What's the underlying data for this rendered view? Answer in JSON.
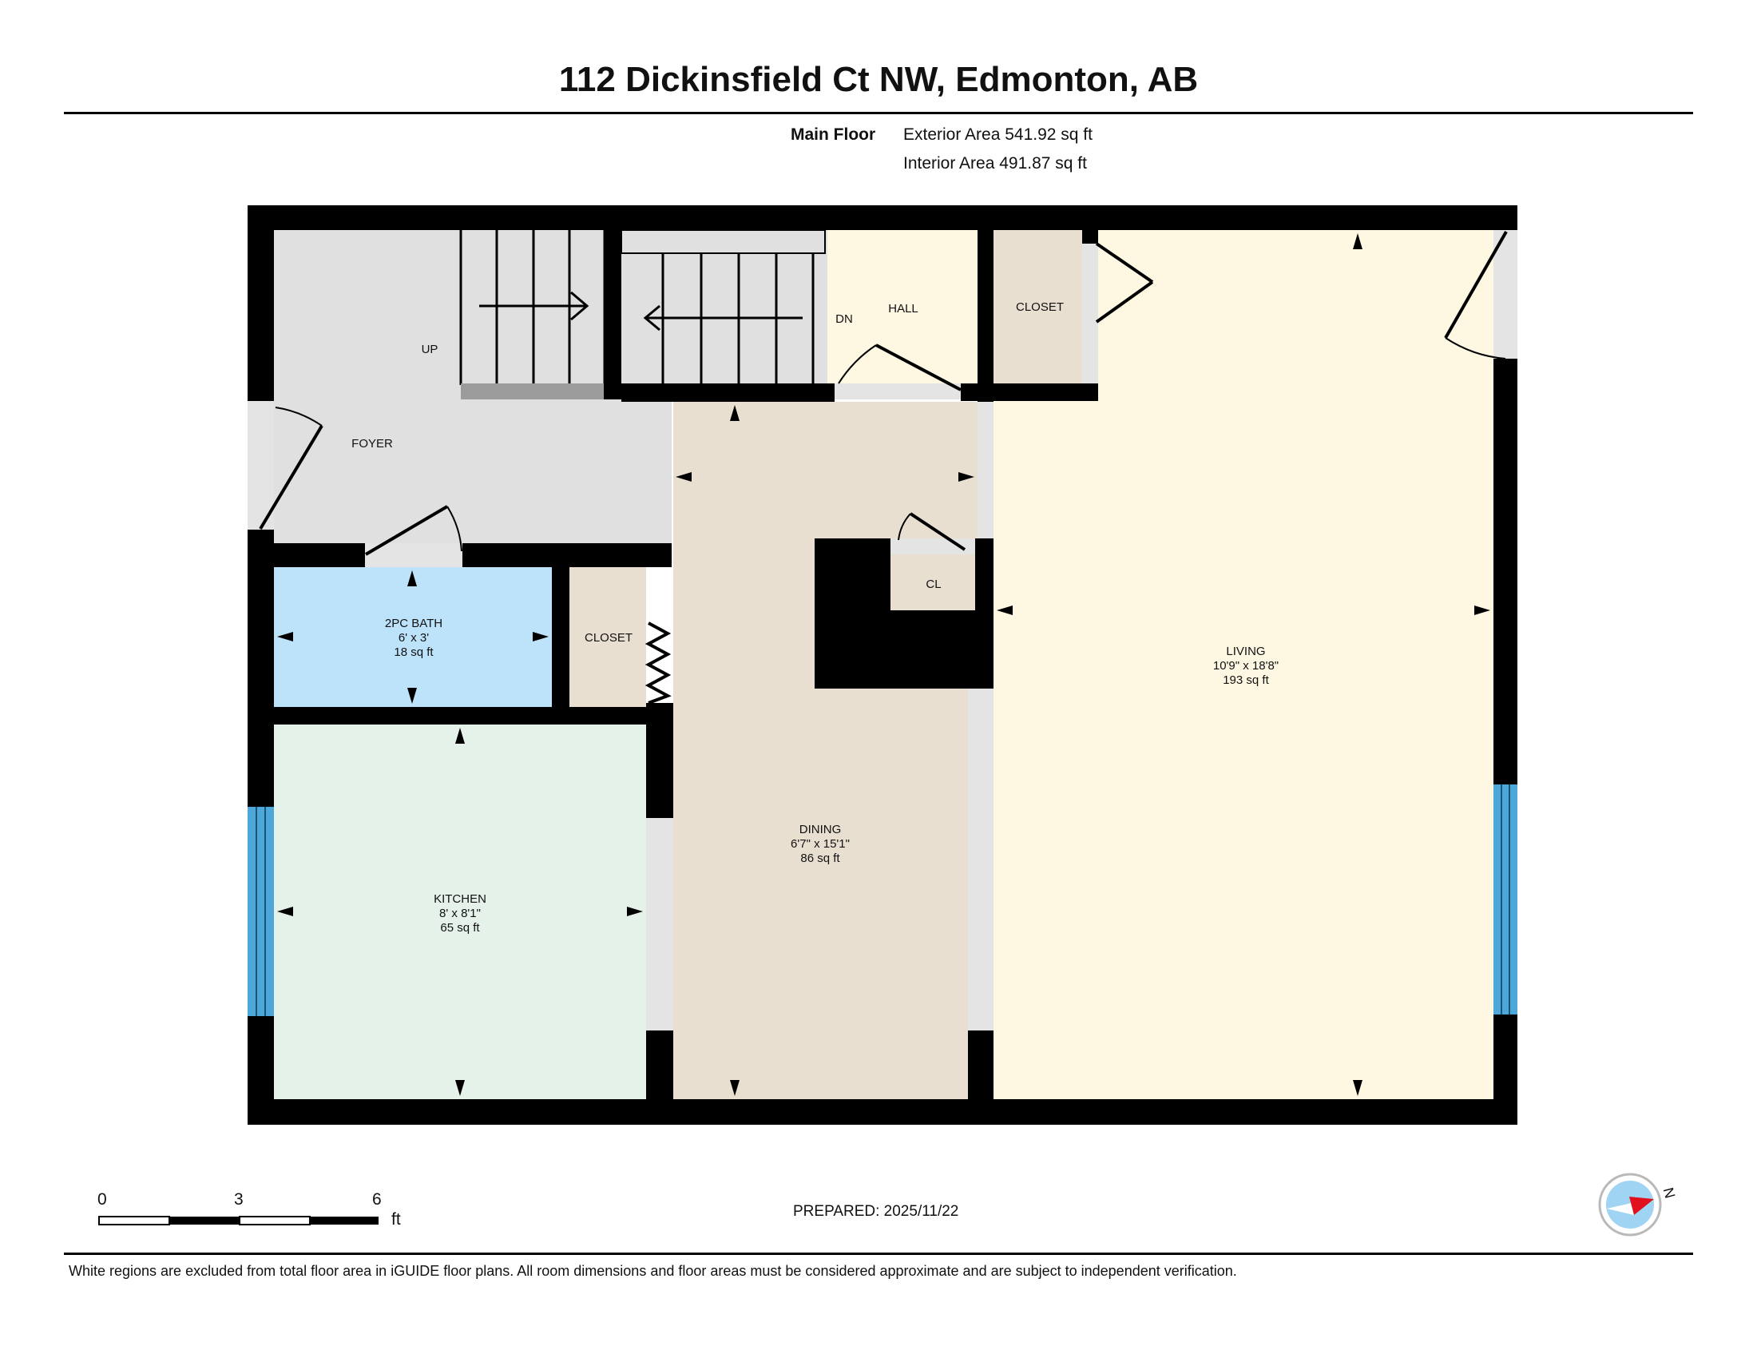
{
  "title": "112 Dickinsfield Ct NW, Edmonton, AB",
  "floor": {
    "name": "Main Floor",
    "exterior_area": "Exterior Area 541.92 sq ft",
    "interior_area": "Interior Area 491.87 sq ft"
  },
  "rooms": {
    "foyer": {
      "name": "FOYER"
    },
    "up": {
      "name": "UP"
    },
    "dn": {
      "name": "DN"
    },
    "hall": {
      "name": "HALL"
    },
    "closet_top": {
      "name": "CLOSET"
    },
    "bath": {
      "name": "2PC BATH",
      "dims": "6' x 3'",
      "area": "18 sq ft"
    },
    "closet_mid": {
      "name": "CLOSET"
    },
    "cl": {
      "name": "CL"
    },
    "kitchen": {
      "name": "KITCHEN",
      "dims": "8' x 8'1\"",
      "area": "65 sq ft"
    },
    "dining": {
      "name": "DINING",
      "dims": "6'7\" x 15'1\"",
      "area": "86 sq ft"
    },
    "living": {
      "name": "LIVING",
      "dims": "10'9\" x 18'8\"",
      "area": "193 sq ft"
    }
  },
  "scale": {
    "ticks": [
      "0",
      "3",
      "6"
    ],
    "unit": "ft"
  },
  "compass": {
    "label": "N"
  },
  "prepared": "PREPARED: 2025/11/22",
  "disclaimer": "White regions are excluded from total floor area in iGUIDE floor plans. All room dimensions and floor areas must be considered approximate and are subject to independent verification.",
  "colors": {
    "wall": "#000000",
    "foyer": "#e0e0e0",
    "hall": "#fef8e2",
    "living": "#fef8e2",
    "closet": "#e8dfd1",
    "dining": "#e8dfd1",
    "bath": "#bde3fb",
    "kitchen": "#e5f2ea",
    "window": "#4da7d8"
  }
}
